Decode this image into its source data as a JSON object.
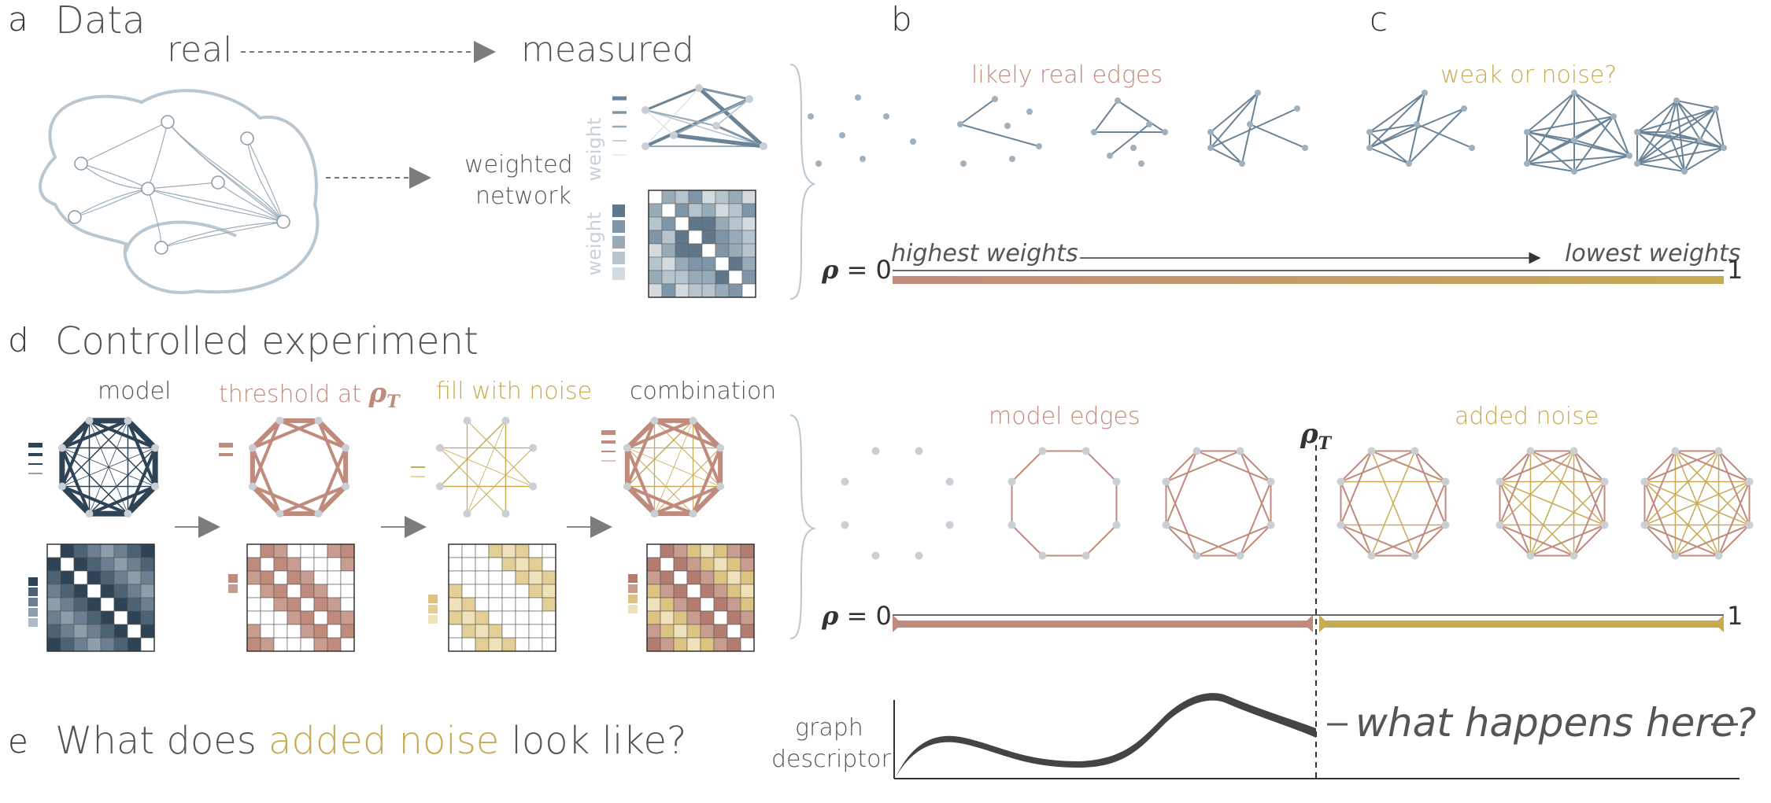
{
  "panel_a": {
    "letter": "a",
    "title": "Data",
    "real_label": "real",
    "measured_label": "measured",
    "weighted_network_line1": "weighted",
    "weighted_network_line2": "network",
    "weight_label": "weight"
  },
  "panel_b": {
    "letter": "b",
    "likely_real_label": "likely real edges",
    "rho_label": "ρ",
    "eq_zero": "= 0",
    "one": "1",
    "highest_weights": "highest weights",
    "lowest_weights": "lowest weights"
  },
  "panel_c": {
    "letter": "c",
    "weak_noise_label": "weak or noise?"
  },
  "panel_d": {
    "letter": "d",
    "title": "Controlled experiment",
    "model_label": "model",
    "threshold_label": "threshold at",
    "threshold_rho": "ρ",
    "threshold_sub": "T",
    "fill_noise_label": "fill with noise",
    "combination_label": "combination",
    "model_edges_label": "model edges",
    "added_noise_label": "added noise",
    "rho_t": "ρ",
    "rho_t_sub": "T",
    "rho_label": "ρ",
    "eq_zero": "= 0",
    "one": "1"
  },
  "panel_e": {
    "letter": "e",
    "title_part1": "What does ",
    "title_highlight": "added noise",
    "title_part2": " look like?",
    "descriptor_line1": "graph",
    "descriptor_line2": "descriptor",
    "what_happens": "what happens here?"
  },
  "colors": {
    "rose": "#c08a7c",
    "gold": "#c8aa52",
    "slate": "#6b8396",
    "navy": "#2e4456",
    "grey_text": "#555555",
    "node": "#c9cfd5"
  }
}
